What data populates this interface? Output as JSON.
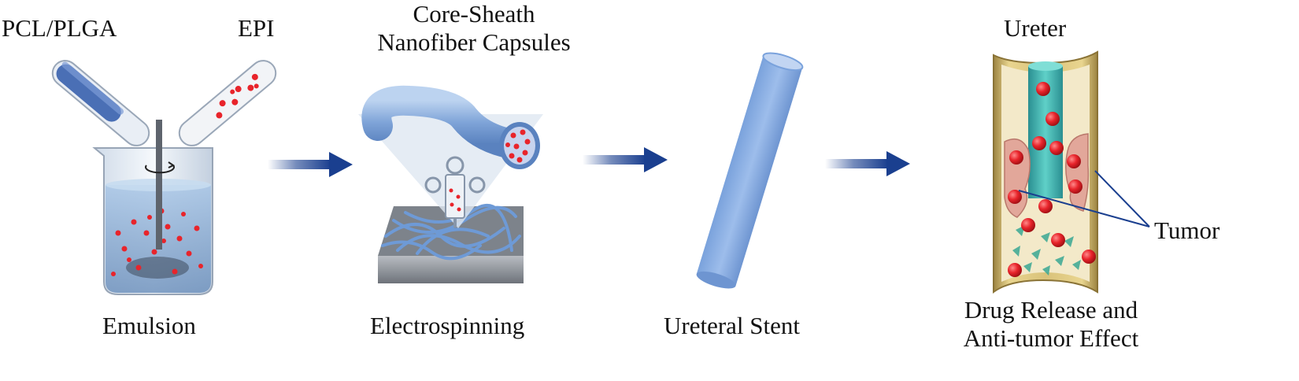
{
  "labels": {
    "pcl_plga": "PCL/PLGA",
    "epi": "EPI",
    "core_sheath_line1": "Core-Sheath",
    "core_sheath_line2": "Nanofiber Capsules",
    "ureter": "Ureter",
    "emulsion": "Emulsion",
    "electrospinning": "Electrospinning",
    "ureteral_stent": "Ureteral Stent",
    "drug_release_line1": "Drug Release and",
    "drug_release_line2": "Anti-tumor Effect",
    "tumor": "Tumor"
  },
  "icons": [
    "beaker-icon",
    "stirrer-icon",
    "vial-icon",
    "nanofiber-capsule-icon",
    "syringe-icon",
    "fiber-mat-icon",
    "stent-icon",
    "ureter-section-icon",
    "tumor-icon",
    "arrow-right-icon"
  ],
  "colors": {
    "arrow": "#1a3f8f",
    "drug_particle": "#e8242b",
    "capsule": "#8fb2e0",
    "stent": "#8bb0e4",
    "ureter_wall": "#d8c27a",
    "tumor": "#e2a79a",
    "stent_inner": "#3cb8b0"
  }
}
